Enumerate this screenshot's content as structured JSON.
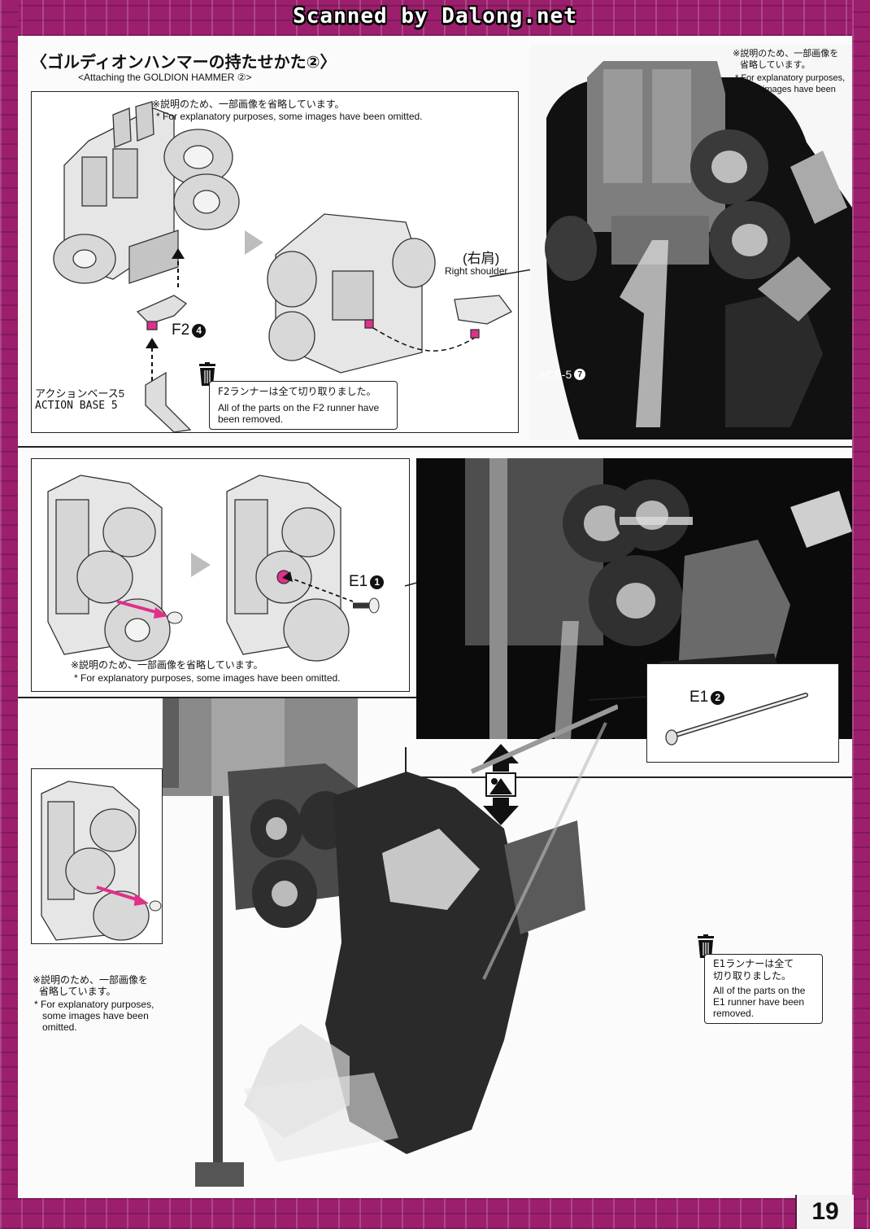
{
  "scan_banner": "Scanned by Dalong.net",
  "page_number": "19",
  "section": {
    "title_jp": "〈ゴルディオンハンマーの持たせかた②〉",
    "title_en": "<Attaching the GOLDION HAMMER ②>"
  },
  "notes": {
    "omit_jp_full": "※説明のため、一部画像を省略しています。",
    "omit_en_full": "* For explanatory purposes, some images have been omitted.",
    "omit_jp_line1": "※説明のため、一部画像を",
    "omit_jp_line2": "省略しています。",
    "omit_en_line1": "* For explanatory purposes,",
    "omit_en_line2": "some images have been",
    "omit_en_line3": "omitted."
  },
  "step1": {
    "part_f2": "F2",
    "part_f2_num": "4",
    "shoulder_jp": "(右肩)",
    "shoulder_en": "Right shoulder",
    "action_base_jp": "アクションベース5",
    "action_base_en": "ACTION BASE 5",
    "removed_jp": "F2ランナーは全て切り取りました。",
    "removed_en_line1": "All of the parts on the F2 runner have",
    "removed_en_line2": "been removed.",
    "acb_label": "ACB-5",
    "acb_num": "7"
  },
  "step2": {
    "part_e1": "E1",
    "part_e1_num": "1"
  },
  "step3": {
    "part_e1": "E1",
    "part_e1_num": "2",
    "removed_jp_line1": "E1ランナーは全て",
    "removed_jp_line2": "切り取りました。",
    "removed_en_line1": "All of the parts on the",
    "removed_en_line2": "E1 runner have been",
    "removed_en_line3": "removed."
  },
  "colors": {
    "frame": "#9c1f6d",
    "accent_pink": "#e0308a",
    "photo_bg": "#0a0a0a"
  }
}
